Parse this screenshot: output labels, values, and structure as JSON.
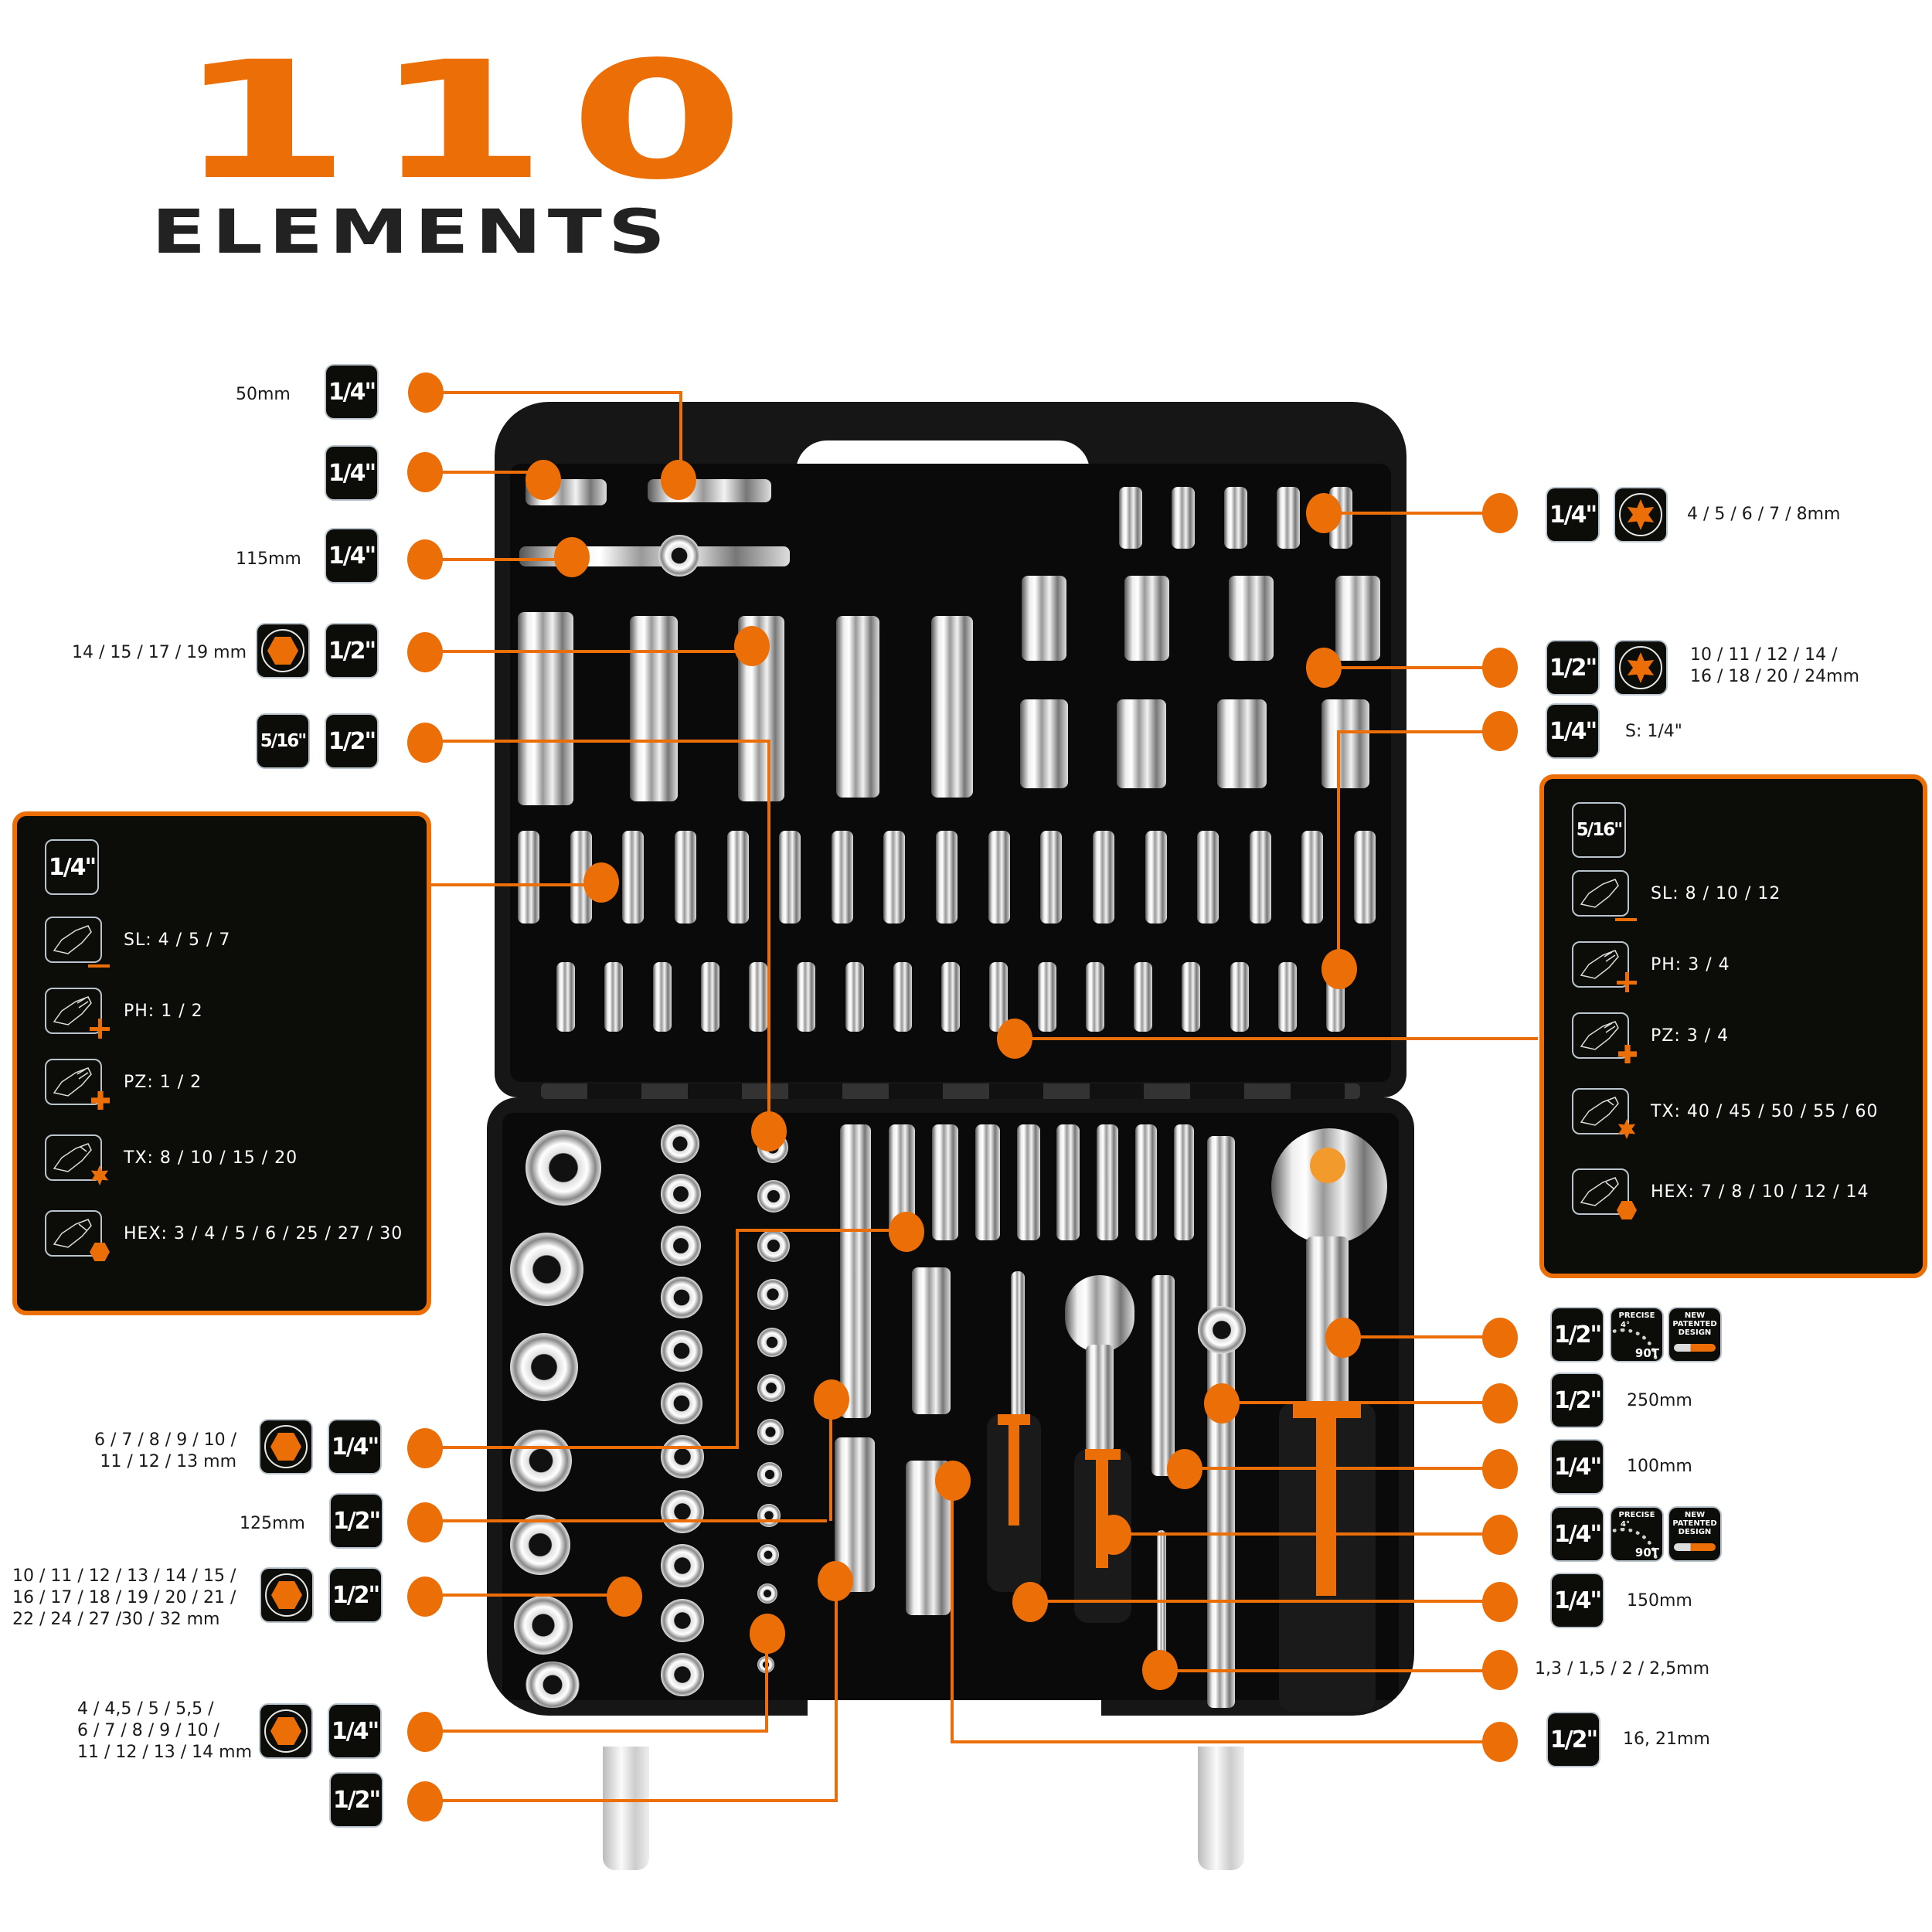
{
  "header": {
    "count": "110",
    "title": "ELEMENTS"
  },
  "colors": {
    "accent": "#ec6e07",
    "badge_bg": "#0c0d08",
    "text": "#1a1a1a"
  },
  "left_callouts": [
    {
      "label": "50mm",
      "drive": "1/4\""
    },
    {
      "label": "",
      "drive": "1/4\""
    },
    {
      "label": "115mm",
      "drive": "1/4\""
    },
    {
      "label": "14 / 15 / 17 / 19 mm",
      "icon": "hex-socket-icon",
      "drive": "1/2\""
    },
    {
      "prefix_badge": "5/16\"",
      "drive": "1/2\""
    },
    {
      "label_lines": [
        "6 / 7 / 8 / 9 / 10 /",
        "11  / 12 / 13 mm"
      ],
      "icon": "hex-socket-icon",
      "drive": "1/4\""
    },
    {
      "label": "125mm",
      "drive": "1/2\""
    },
    {
      "label_lines": [
        "10 / 11 / 12 / 13 / 14 / 15 /",
        "16 / 17 / 18 /  19 / 20 / 21 /",
        "22 / 24 / 27 /30 / 32 mm"
      ],
      "icon": "hex-socket-icon",
      "drive": "1/2\""
    },
    {
      "label_lines": [
        "4 / 4,5 / 5 / 5,5 /",
        "6 / 7 /  8 / 9 / 10 /",
        "11 / 12 / 13 / 14 mm"
      ],
      "icon": "hex-socket-icon",
      "drive": "1/4\""
    },
    {
      "label": "",
      "drive": "1/2\""
    }
  ],
  "left_bits_box": {
    "drive": "1/4\"",
    "rows": [
      {
        "type": "slotted",
        "text": "SL: 4 / 5 / 7"
      },
      {
        "type": "phillips",
        "text": "PH: 1 / 2"
      },
      {
        "type": "pozidriv",
        "text": "PZ: 1 / 2"
      },
      {
        "type": "torx",
        "text": "TX: 8 / 10 / 15 / 20"
      },
      {
        "type": "hex",
        "text": "HEX: 3 / 4 / 5 / 6 / 25 / 27 / 30"
      }
    ]
  },
  "right_callouts": [
    {
      "drive": "1/4\"",
      "icon": "e-torx-socket-icon",
      "label": "4 / 5 / 6 / 7 / 8mm"
    },
    {
      "drive": "1/2\"",
      "icon": "e-torx-socket-icon",
      "label_lines": [
        "10 / 11 / 12 / 14 /",
        "16 / 18 / 20 / 24mm"
      ]
    },
    {
      "drive": "1/4\"",
      "label": "S: 1/4\""
    },
    {
      "drive": "1/2\"",
      "features": [
        {
          "top": "PRECISE",
          "deg": "4°",
          "teeth": "90T"
        },
        {
          "lines": [
            "NEW",
            "PATENTED",
            "DESIGN"
          ]
        }
      ]
    },
    {
      "drive": "1/2\"",
      "label": "250mm"
    },
    {
      "drive": "1/4\"",
      "label": "100mm"
    },
    {
      "drive": "1/4\"",
      "features": [
        {
          "top": "PRECISE",
          "deg": "4°",
          "teeth": "90T"
        },
        {
          "lines": [
            "NEW",
            "PATENTED",
            "DESIGN"
          ]
        }
      ]
    },
    {
      "drive": "1/4\"",
      "label": "150mm"
    },
    {
      "label": "1,3 / 1,5 / 2 / 2,5mm"
    },
    {
      "drive": "1/2\"",
      "label": "16, 21mm"
    }
  ],
  "right_bits_box": {
    "drive": "5/16\"",
    "rows": [
      {
        "type": "slotted",
        "text": "SL: 8 / 10 / 12"
      },
      {
        "type": "phillips",
        "text": "PH: 3 / 4"
      },
      {
        "type": "pozidriv",
        "text": "PZ: 3 / 4"
      },
      {
        "type": "torx",
        "text": "TX: 40 / 45 / 50 / 55 / 60"
      },
      {
        "type": "hex",
        "text": "HEX:  7 / 8 / 10 / 12 / 14"
      }
    ]
  }
}
